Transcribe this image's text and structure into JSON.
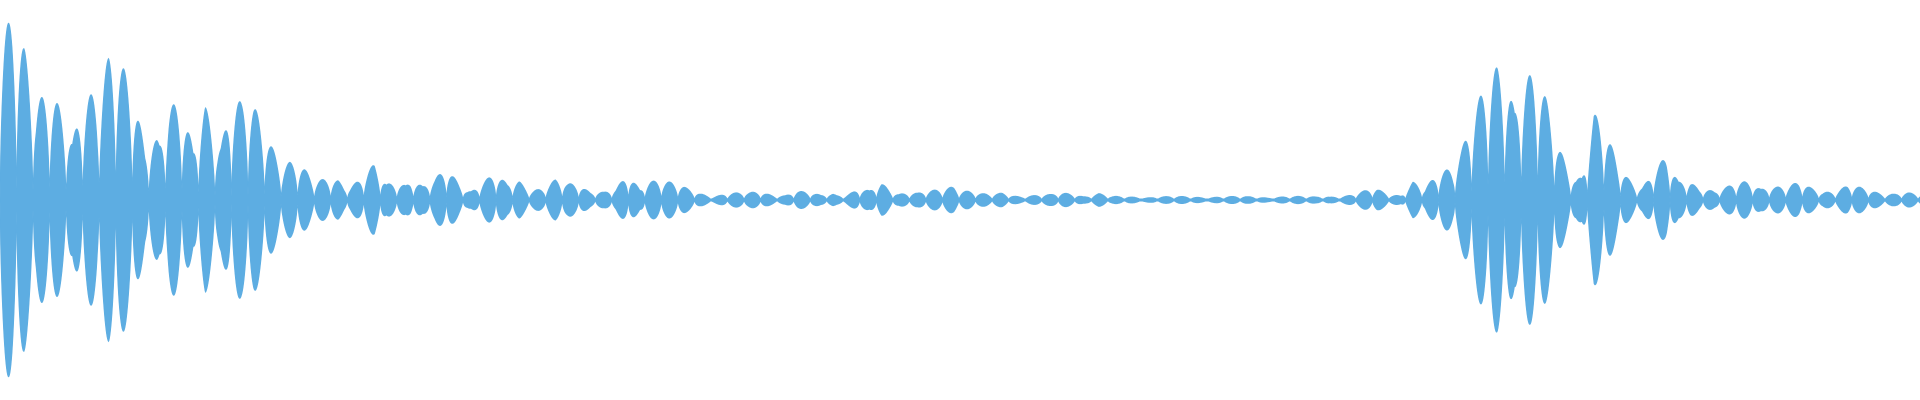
{
  "waveform": {
    "color": "#5dade2",
    "peaks": [
      0.86,
      0.97,
      0.99,
      0.9,
      0.68,
      0.49,
      0.31,
      0.62,
      0.94,
      0.96,
      0.74,
      0.58,
      0.32,
      0.52,
      0.64,
      0.51,
      0.27,
      0.57,
      0.46,
      0.65,
      0.55,
      0.5,
      0.39,
      0.33,
      0.28,
      0.19,
      0.1,
      0.12,
      0.15,
      0.1,
      0.13,
      0.19,
      0.09,
      0.12,
      0.15,
      0.08,
      0.11,
      0.18,
      0.12,
      0.07,
      0.11,
      0.14,
      0.09,
      0.13,
      0.08,
      0.07,
      0.11,
      0.09,
      0.1,
      0.07,
      0.05,
      0.06,
      0.14,
      0.07,
      0.18,
      0.12,
      0.09,
      0.06,
      0.04,
      0.03,
      0.04,
      0.04,
      0.04,
      0.05,
      0.04,
      0.03,
      0.05,
      0.04,
      0.03,
      0.05,
      0.03,
      0.06,
      0.05,
      0.1,
      0.06,
      0.05,
      0.04,
      0.05,
      0.06,
      0.1,
      0.07,
      0.04,
      0.03,
      0.04,
      0.03,
      0.03,
      0.03,
      0.03,
      0.04,
      0.04,
      0.03,
      0.04,
      0.02,
      0.02,
      0.02,
      0.02,
      0.02,
      0.02,
      0.02,
      0.02,
      0.02,
      0.02,
      0.02,
      0.02,
      0.02,
      0.02,
      0.02,
      0.02,
      0.02,
      0.02,
      0.03,
      0.02,
      0.03,
      0.05,
      0.07,
      0.05,
      0.03,
      0.1,
      0.06,
      0.15,
      0.25,
      0.35,
      0.48,
      0.6,
      0.78,
      0.86,
      0.84,
      0.72,
      0.54,
      0.33,
      0.2,
      0.18,
      0.5,
      0.36,
      0.2,
      0.14,
      0.1,
      0.18,
      0.23,
      0.1,
      0.13,
      0.09,
      0.05,
      0.07,
      0.1,
      0.12,
      0.1,
      0.08,
      0.07,
      0.1,
      0.08,
      0.07,
      0.05,
      0.08,
      0.07,
      0.06,
      0.05,
      0.04,
      0.04,
      0.03
    ]
  }
}
